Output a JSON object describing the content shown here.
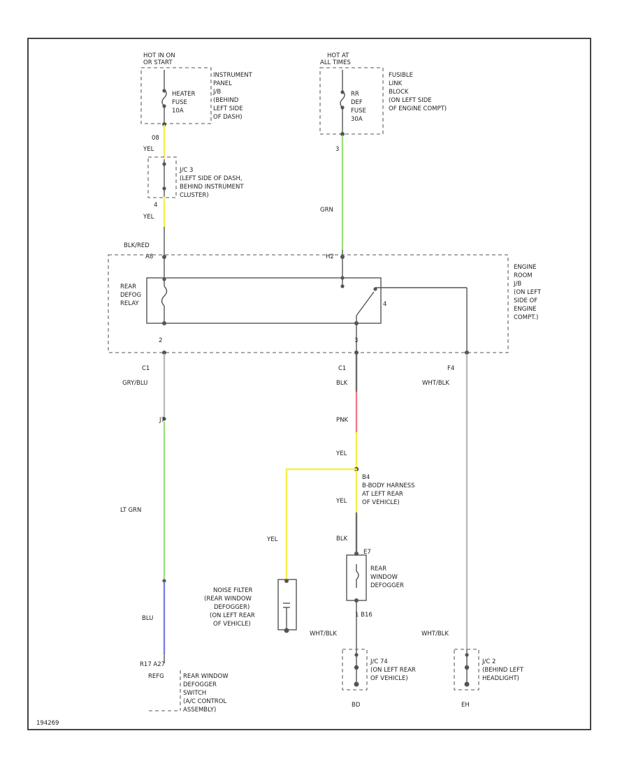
{
  "wire_colors": {
    "yellow": "#f4ef4a",
    "green": "#9be27a",
    "pink": "#f07a8a",
    "blue": "#7b7fe6",
    "dark": "#6a6a6a",
    "gray": "#bbbbbb"
  },
  "labels": {
    "hot_ig_on": "HOT IN ON",
    "hot_ig_sub": "OR START",
    "ipjb_desc": [
      "INSTRUMENT",
      "PANEL",
      "J/B",
      "(BEHIND",
      "LEFT SIDE",
      "OF DASH)"
    ],
    "heater_fuse": [
      "HEATER",
      "FUSE",
      "10A"
    ],
    "pin_08": "08",
    "yel_1": "YEL",
    "jc3_desc": [
      "J/C 3",
      "(LEFT SIDE OF DASH,",
      "BEHIND INSTRUMENT",
      "CLUSTER)"
    ],
    "pin_4": "4",
    "yel_2": "YEL",
    "blk_red": "BLK/RED",
    "a8": "A8",
    "hot_at": "HOT AT",
    "hot_at_sub": "ALL TIMES",
    "fusible_desc": [
      "FUSIBLE",
      "LINK",
      "BLOCK",
      "(ON LEFT SIDE",
      "OF ENGINE COMPT)"
    ],
    "rr_def_fuse": [
      "RR",
      "DEF",
      "FUSE",
      "30A"
    ],
    "pin_3_top": "3",
    "grn": "GRN",
    "h2": "H2",
    "erjb_desc": [
      "ENGINE",
      "ROOM",
      "J/B",
      "(ON LEFT",
      "SIDE OF",
      "ENGINE",
      "COMPT.)"
    ],
    "relay_name": [
      "REAR",
      "DEFOG",
      "RELAY"
    ],
    "relay_pin_4": "4",
    "pin_2": "2",
    "pin_3_mid": "3",
    "c1_left": "C1",
    "c1_mid": "C1",
    "f4": "F4",
    "gry_blu": "GRY/BLU",
    "blk_1": "BLK",
    "wht_blk_1": "WHT/BLK",
    "j7": "J7",
    "pnk": "PNK",
    "lt_grn": "LT GRN",
    "yel_3": "YEL",
    "b4": "B4",
    "body_harness_desc": [
      "B-BODY HARNESS",
      "AT LEFT REAR",
      "OF VEHICLE)"
    ],
    "yel_4": "YEL",
    "yel_5": "YEL",
    "blk_2": "BLK",
    "defogger_pins": "E7",
    "defogger_desc": [
      "REAR",
      "WINDOW",
      "DEFOGGER"
    ],
    "noise_filter_desc": [
      "NOISE FILTER",
      "(REAR WINDOW",
      "DEFOGGER)",
      "(ON LEFT REAR",
      "OF VEHICLE)"
    ],
    "blu": "BLU",
    "pin_1_b16": "1   B16",
    "wht_blk_2": "WHT/BLK",
    "wht_blk_3": "WHT/BLK",
    "switch_ref": "R17 A27",
    "switch_desc": [
      "REAR WINDOW",
      "DEFOGGER",
      "SWITCH",
      "(A/C CONTROL",
      "ASSEMBLY)"
    ],
    "switch_ref_prefix": "REFG",
    "jc74_desc": [
      "J/C 74",
      "(ON LEFT REAR",
      "OF VEHICLE)"
    ],
    "jc2_desc": [
      "J/C 2",
      "(BEHIND LEFT",
      "HEADLIGHT)"
    ],
    "ground_1": "BD",
    "ground_2": "EH",
    "figure_id": "194269"
  }
}
